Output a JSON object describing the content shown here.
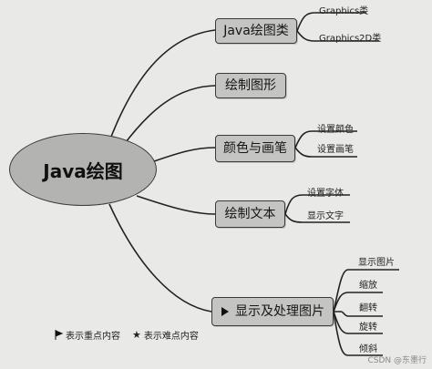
{
  "center": "Java绘图",
  "branches": [
    {
      "label": "Java绘图类",
      "leaves": [
        "Graphics类",
        "Graphics2D类"
      ]
    },
    {
      "label": "绘制图形",
      "leaves": []
    },
    {
      "label": "颜色与画笔",
      "leaves": [
        "设置颜色",
        "设置画笔"
      ]
    },
    {
      "label": "绘制文本",
      "leaves": [
        "设置字体",
        "显示文字"
      ]
    },
    {
      "label": "显示及处理图片",
      "leaves": [
        "显示图片",
        "缩放",
        "翻转",
        "旋转",
        "倾斜"
      ]
    }
  ],
  "legend": {
    "key_point": "表示重点内容",
    "difficult_point": "表示难点内容"
  },
  "watermark": "CSDN @东墨行"
}
